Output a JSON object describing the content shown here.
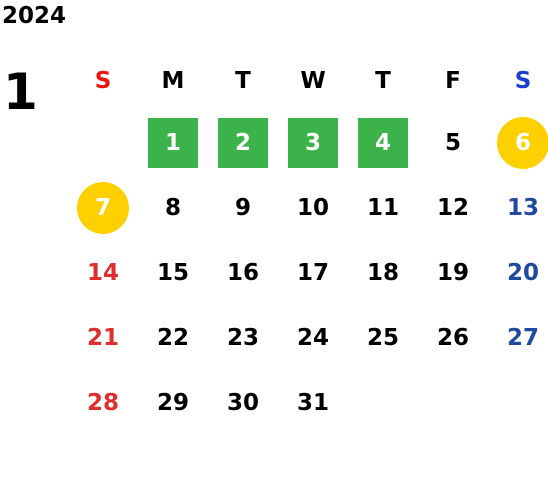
{
  "year": "2024",
  "month": "1",
  "weekdays": [
    "S",
    "M",
    "T",
    "W",
    "T",
    "F",
    "S"
  ],
  "colors": {
    "sunday": "#e8160c",
    "saturday": "#1a3fd0",
    "weekday": "#000000",
    "sunday_date": "#e02d2d",
    "saturday_date": "#1f4aa0",
    "green_box": "#3bb34a",
    "yellow_circle": "#ffd000"
  },
  "first_weekday_index": 1,
  "days": [
    {
      "d": "1",
      "mark": "green"
    },
    {
      "d": "2",
      "mark": "green"
    },
    {
      "d": "3",
      "mark": "green"
    },
    {
      "d": "4",
      "mark": "green"
    },
    {
      "d": "5",
      "mark": ""
    },
    {
      "d": "6",
      "mark": "yellow"
    },
    {
      "d": "7",
      "mark": "yellow"
    },
    {
      "d": "8",
      "mark": ""
    },
    {
      "d": "9",
      "mark": ""
    },
    {
      "d": "10",
      "mark": ""
    },
    {
      "d": "11",
      "mark": ""
    },
    {
      "d": "12",
      "mark": ""
    },
    {
      "d": "13",
      "mark": ""
    },
    {
      "d": "14",
      "mark": ""
    },
    {
      "d": "15",
      "mark": ""
    },
    {
      "d": "16",
      "mark": ""
    },
    {
      "d": "17",
      "mark": ""
    },
    {
      "d": "18",
      "mark": ""
    },
    {
      "d": "19",
      "mark": ""
    },
    {
      "d": "20",
      "mark": ""
    },
    {
      "d": "21",
      "mark": ""
    },
    {
      "d": "22",
      "mark": ""
    },
    {
      "d": "23",
      "mark": ""
    },
    {
      "d": "24",
      "mark": ""
    },
    {
      "d": "25",
      "mark": ""
    },
    {
      "d": "26",
      "mark": ""
    },
    {
      "d": "27",
      "mark": ""
    },
    {
      "d": "28",
      "mark": ""
    },
    {
      "d": "29",
      "mark": ""
    },
    {
      "d": "30",
      "mark": ""
    },
    {
      "d": "31",
      "mark": ""
    }
  ]
}
